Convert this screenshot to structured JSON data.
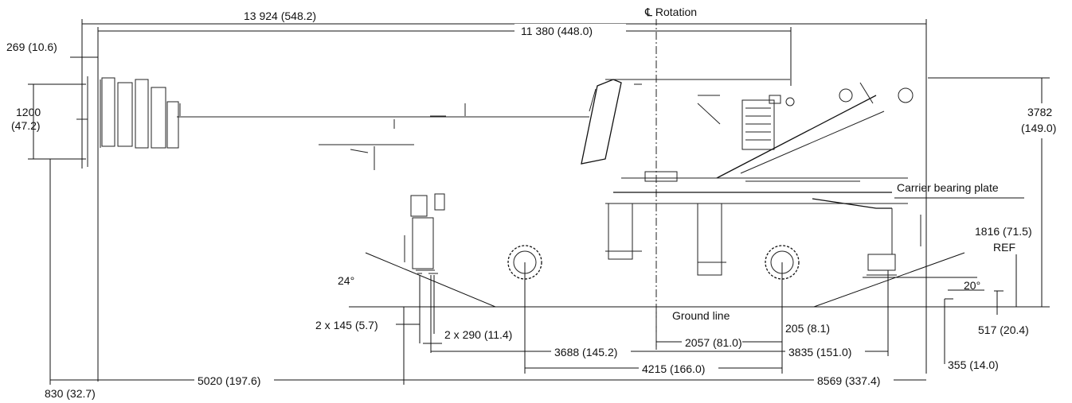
{
  "labels": {
    "overall_length": "13 924 (548.2)",
    "rotation_center": "℄ Rotation",
    "front_to_rear_outrigger": "11 380 (448.0)",
    "jib_offset": "269 (10.6)",
    "jib_height_a": "1200",
    "jib_height_b": "(47.2)",
    "overall_height_a": "3782",
    "overall_height_b": "(149.0)",
    "carrier_bearing_plate": "Carrier bearing plate",
    "bearing_plate_height_a": "1816 (71.5)",
    "bearing_plate_height_b": "REF",
    "approach_angle": "24°",
    "departure_angle": "20°",
    "ground_line": "Ground line",
    "ground_clearance_rear": "205 (8.1)",
    "tail_height": "517 (20.4)",
    "tail_offset": "355 (14.0)",
    "front_pad_a": "2 x 145 (5.7)",
    "front_pad_b": "2 x 290 (11.4)",
    "rotation_to_rear_axle": "2057 (81.0)",
    "front_to_rotation": "3688 (145.2)",
    "rotation_to_rear": "3835 (151.0)",
    "wheelbase": "4215 (166.0)",
    "front_overhang": "830 (32.7)",
    "boom_overhang": "5020 (197.6)",
    "rear_section": "8569 (337.4)"
  },
  "colors": {
    "line": "#111111",
    "background": "#ffffff"
  }
}
